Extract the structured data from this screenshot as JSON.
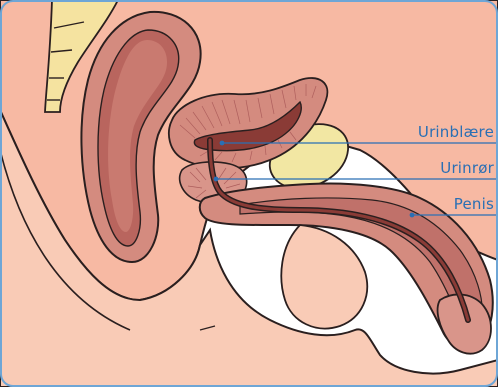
{
  "labels": {
    "bladder": "Urinblære",
    "urethra": "Urinrør",
    "penis": "Penis"
  },
  "colors": {
    "skin": "#f7b9a3",
    "skin_light": "#f9d2c1",
    "tissue": "#d48b7f",
    "tissue_dark": "#a55454",
    "spine": "#f5e3a0",
    "gland": "#f2e7a3",
    "outline": "#2a1f1f",
    "accent": "#2a6fb4",
    "border": "#6ea6d6"
  }
}
